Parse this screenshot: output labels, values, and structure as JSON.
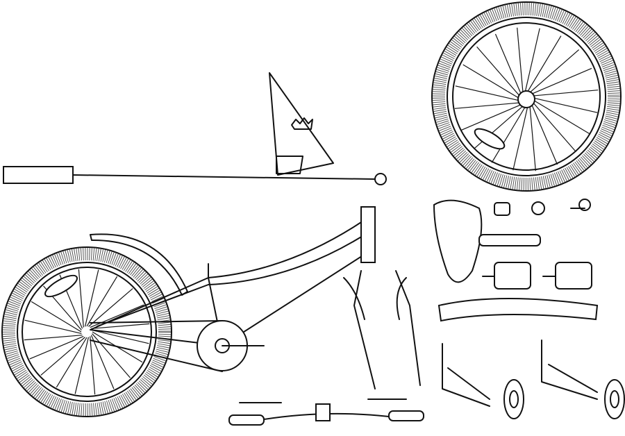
{
  "colors": {
    "line": "#111111",
    "background": "#ffffff",
    "tire_texture": "#555555"
  },
  "parts": [
    "front-wheel",
    "rear-wheel",
    "safety-flag",
    "frame",
    "fork",
    "seat",
    "pedals",
    "handlebar",
    "mudguard",
    "training-wheels",
    "bell",
    "caps"
  ]
}
